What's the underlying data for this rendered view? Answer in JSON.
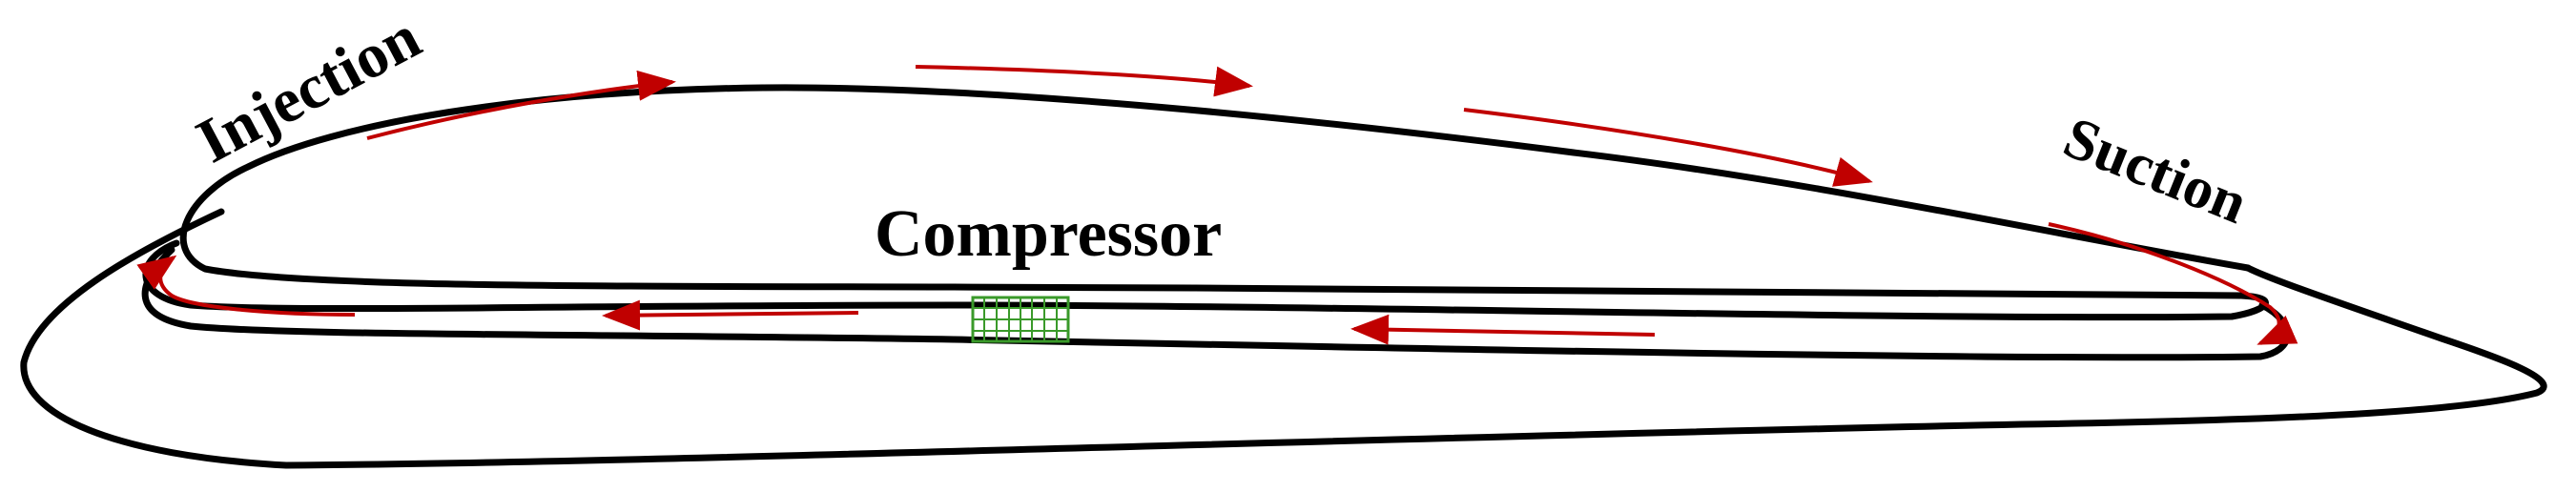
{
  "labels": {
    "injection": "Injection",
    "suction": "Suction",
    "compressor": "Compressor"
  },
  "colors": {
    "outline": "#000000",
    "flow_arrow": "#c00000",
    "compressor_grid": "#3a9a2a",
    "background": "#ffffff"
  },
  "icons": {
    "flow_arrow": "flow-arrow-icon",
    "compressor": "compressor-grid-icon"
  }
}
